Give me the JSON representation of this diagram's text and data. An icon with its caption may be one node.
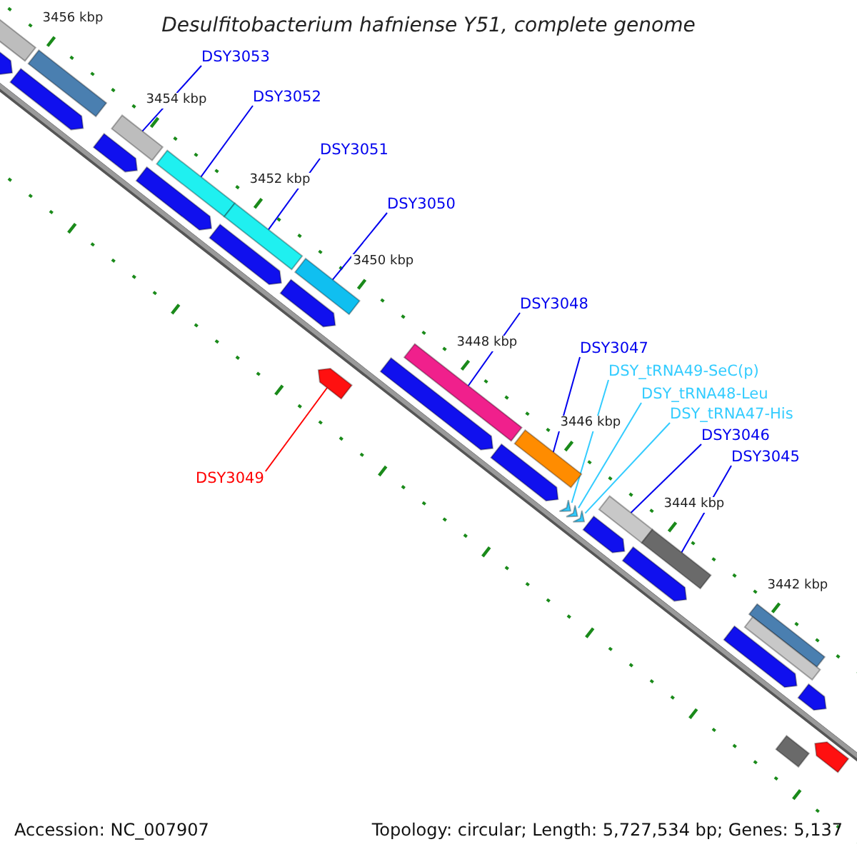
{
  "diagram": {
    "title": "Desulfitobacterium hafniense Y51, complete genome",
    "nodes": [
      {
        "text": [
          "DSY3053"
        ]
      },
      {
        "text": [
          "DSY3052"
        ]
      },
      {
        "text": [
          "DSY3051"
        ]
      },
      {
        "text": [
          "DSY3050"
        ]
      },
      {
        "text": [
          "DSY3048"
        ]
      },
      {
        "text": [
          "DSY3047"
        ]
      },
      {
        "text": [
          "DSY_tRNA49-SeC(p)"
        ]
      },
      {
        "text": [
          "DSY_tRNA48-Leu"
        ]
      },
      {
        "text": [
          "DSY_tRNA47-His"
        ]
      },
      {
        "text": [
          "DSY3046"
        ]
      },
      {
        "text": [
          "DSY3045"
        ]
      },
      {
        "text": [
          "DSY3049"
        ]
      },
      {
        "text": [],
        "shape": "bar"
      },
      {
        "text": [],
        "shape": "bar"
      },
      {
        "text": [],
        "shape": "bar"
      },
      {
        "text": [],
        "shape": "bar"
      },
      {
        "text": [],
        "shape": "bar"
      },
      {
        "text": [],
        "shape": "bar"
      },
      {
        "text": [],
        "shape": "triangle"
      },
      {
        "text": [],
        "shape": "triangle"
      },
      {
        "text": [],
        "shape": "triangle"
      },
      {
        "text": [],
        "shape": "bar"
      },
      {
        "text": [],
        "shape": "bar"
      },
      {
        "text": [],
        "shape": "arrow"
      },
      {
        "text": [],
        "shape": "bar"
      },
      {
        "text": [],
        "shape": "bar"
      },
      {
        "text": [],
        "shape": "arrow"
      },
      {
        "text": [],
        "shape": "arrow"
      },
      {
        "text": [],
        "shape": "arrow"
      },
      {
        "text": [],
        "shape": "arrow"
      },
      {
        "text": [],
        "shape": "arrow"
      },
      {
        "text": [],
        "shape": "arrow"
      },
      {
        "text": [],
        "shape": "arrow"
      },
      {
        "text": [],
        "shape": "arrow"
      },
      {
        "text": [],
        "shape": "arrow"
      },
      {
        "text": [],
        "shape": "arrow"
      },
      {
        "text": [],
        "shape": "bar"
      },
      {
        "text": [],
        "shape": "bar"
      },
      {
        "text": [],
        "shape": "arrow"
      },
      {
        "text": [],
        "shape": "arrow"
      },
      {
        "text": [],
        "shape": "arrow"
      },
      {
        "text": [],
        "shape": "bar"
      }
    ],
    "edges": [
      {
        "from": 0,
        "to": 12,
        "arrow": "none"
      },
      {
        "from": 1,
        "to": 13,
        "arrow": "none"
      },
      {
        "from": 2,
        "to": 14,
        "arrow": "none"
      },
      {
        "from": 3,
        "to": 15,
        "arrow": "none"
      },
      {
        "from": 4,
        "to": 16,
        "arrow": "none"
      },
      {
        "from": 5,
        "to": 17,
        "arrow": "none"
      },
      {
        "from": 6,
        "to": 18,
        "arrow": "none",
        "color": "#33ccff"
      },
      {
        "from": 7,
        "to": 19,
        "arrow": "none",
        "color": "#33ccff"
      },
      {
        "from": 8,
        "to": 20,
        "arrow": "none",
        "color": "#33ccff"
      },
      {
        "from": 9,
        "to": 21,
        "arrow": "none"
      },
      {
        "from": 10,
        "to": 22,
        "arrow": "none"
      },
      {
        "from": 11,
        "to": 23,
        "arrow": "none",
        "color": "#ff0000"
      }
    ],
    "labels": [
      "3456 kbp",
      "3454 kbp",
      "3452 kbp",
      "3450 kbp",
      "3448 kbp",
      "3446 kbp",
      "3444 kbp",
      "3442 kbp",
      "Accession: NC_007907",
      "Topology: circular; Length: 5,727,534 bp; Genes: 5,137"
    ]
  }
}
